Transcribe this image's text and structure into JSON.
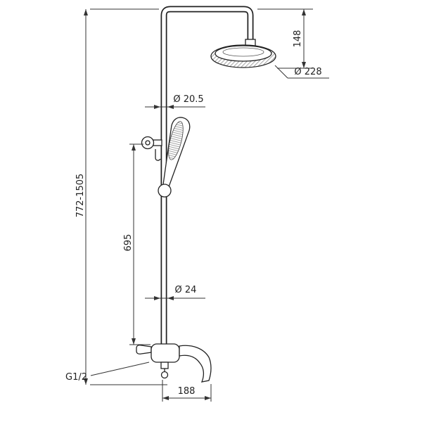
{
  "dimensions": {
    "overall_height": "772-1505",
    "head_offset": "148",
    "head_diameter": "Ø 228",
    "upper_pipe_diameter": "Ø 20.5",
    "holder_height": "695",
    "lower_pipe_diameter": "Ø 24",
    "spout_reach": "188",
    "inlet_thread": "G1/2"
  }
}
